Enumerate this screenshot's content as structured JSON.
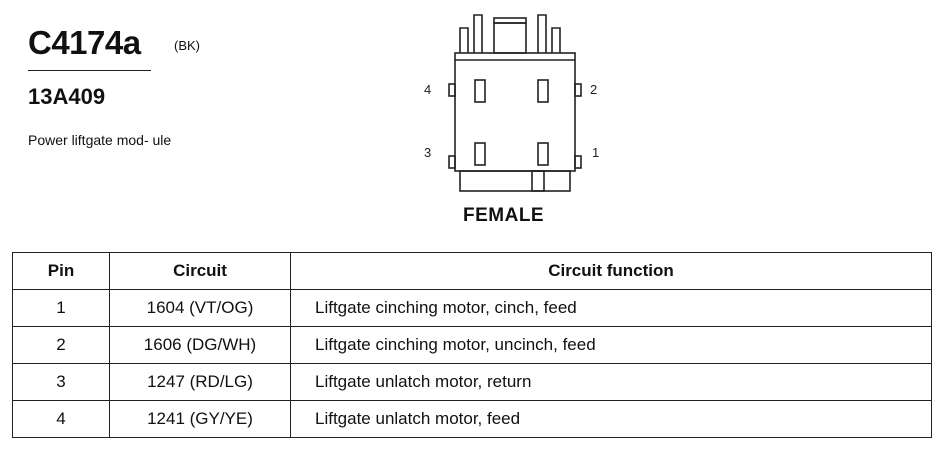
{
  "connector": {
    "id": "C4174a",
    "color_code": "(BK)",
    "part_number": "13A409",
    "description": "Power liftgate mod- ule"
  },
  "diagram": {
    "gender_label": "FEMALE",
    "pin_labels": {
      "p1": "1",
      "p2": "2",
      "p3": "3",
      "p4": "4"
    }
  },
  "table": {
    "headers": {
      "pin": "Pin",
      "circuit": "Circuit",
      "function": "Circuit function"
    },
    "rows": [
      {
        "pin": "1",
        "circuit": "1604 (VT/OG)",
        "function": "Liftgate cinching motor, cinch, feed"
      },
      {
        "pin": "2",
        "circuit": "1606 (DG/WH)",
        "function": "Liftgate cinching motor, uncinch, feed"
      },
      {
        "pin": "3",
        "circuit": "1247 (RD/LG)",
        "function": "Liftgate unlatch motor, return"
      },
      {
        "pin": "4",
        "circuit": "1241 (GY/YE)",
        "function": "Liftgate unlatch motor, feed"
      }
    ]
  }
}
